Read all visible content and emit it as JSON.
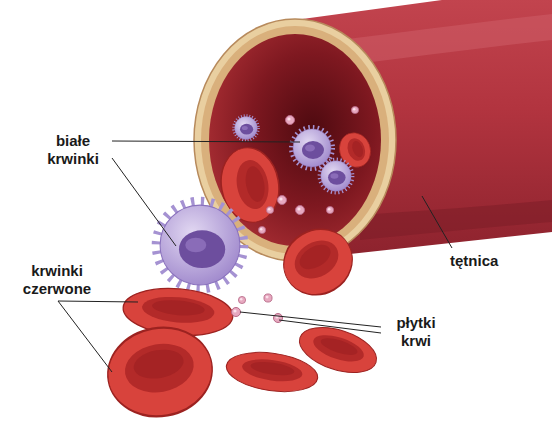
{
  "diagram": {
    "labels": [
      "białe krwinki",
      "krwinki czerwone",
      "płytki krwi",
      "tętnica"
    ]
  }
}
